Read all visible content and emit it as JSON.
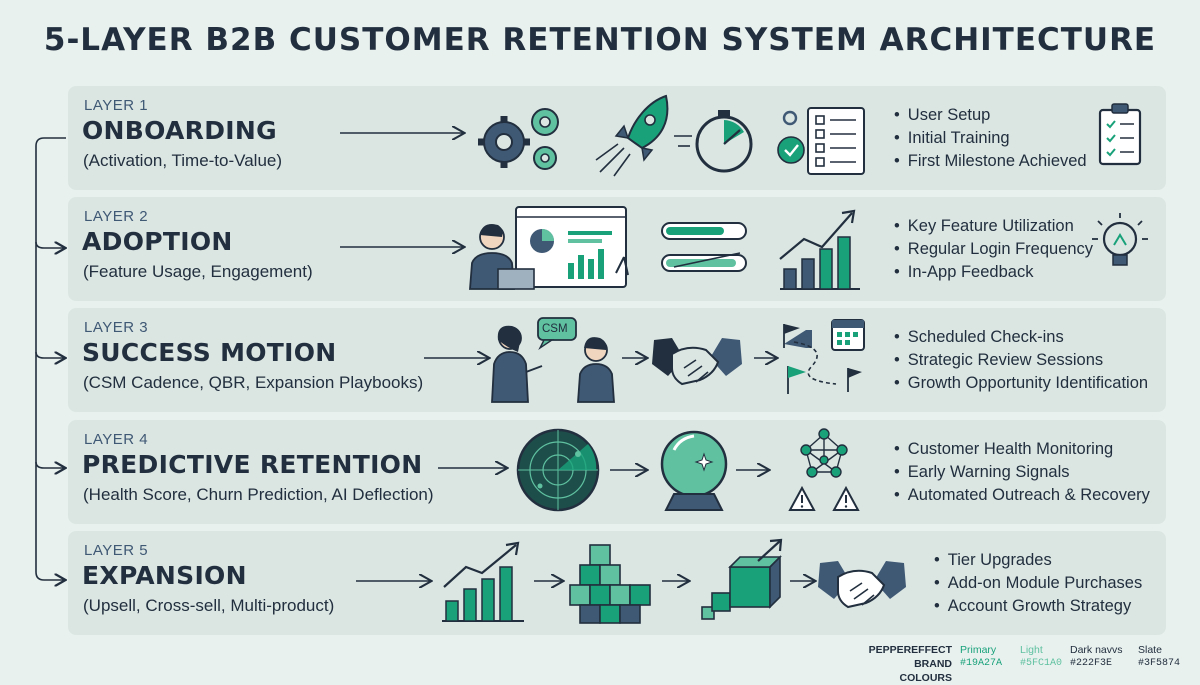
{
  "title": "5-LAYER B2B CUSTOMER RETENTION SYSTEM ARCHITECTURE",
  "colors": {
    "primary": "#19A27A",
    "light": "#5FC1A0",
    "dark_navy": "#222F3E",
    "slate": "#3F5874",
    "panel": "#dbe6e3",
    "background": "#e9f1ef"
  },
  "layers": [
    {
      "number": "LAYER 1",
      "name": "ONBOARDING",
      "subtitle": "(Activation, Time-to-Value)",
      "icons": [
        "gears-icon",
        "rocket-icon",
        "stopwatch-icon",
        "checklist-icon",
        "clipboard-icon"
      ],
      "bullets": [
        "User Setup",
        "Initial Training",
        "First Milestone Achieved"
      ]
    },
    {
      "number": "LAYER 2",
      "name": "ADOPTION",
      "subtitle": "(Feature Usage, Engagement)",
      "icons": [
        "analyst-dashboard-icon",
        "progress-bars-icon",
        "growth-chart-icon",
        "lightbulb-icon"
      ],
      "bullets": [
        "Key Feature Utilization",
        "Regular Login Frequency",
        "In-App Feedback"
      ]
    },
    {
      "number": "LAYER 3",
      "name": "SUCCESS MOTION",
      "subtitle": "(CSM Cadence, QBR, Expansion Playbooks)",
      "csm_label": "CSM",
      "icons": [
        "csm-meeting-icon",
        "handshake-icon",
        "roadmap-calendar-icon"
      ],
      "bullets": [
        "Scheduled Check-ins",
        "Strategic Review Sessions",
        "Growth Opportunity Identification"
      ]
    },
    {
      "number": "LAYER 4",
      "name": "PREDICTIVE RETENTION",
      "subtitle": "(Health Score, Churn Prediction, AI Deflection)",
      "icons": [
        "radar-icon",
        "crystal-ball-icon",
        "network-warning-icon"
      ],
      "bullets": [
        "Customer Health Monitoring",
        "Early Warning Signals",
        "Automated Outreach & Recovery"
      ]
    },
    {
      "number": "LAYER 5",
      "name": "EXPANSION",
      "subtitle": "(Upsell, Cross-sell, Multi-product)",
      "icons": [
        "growth-chart-icon",
        "cube-stack-icon",
        "scaling-cubes-icon",
        "handshake-icon"
      ],
      "bullets": [
        "Tier Upgrades",
        "Add-on Module Purchases",
        "Account Growth Strategy"
      ]
    }
  ],
  "brand": {
    "name_line1": "PEPPEREFFECT",
    "name_line2": "BRAND COLOURS",
    "swatches": [
      {
        "name": "Primary",
        "hex": "#19A27A"
      },
      {
        "name": "Light",
        "hex": "#5FC1A0"
      },
      {
        "name": "Dark navvs",
        "hex": "#222F3E"
      },
      {
        "name": "Slate",
        "hex": "#3F5874"
      }
    ]
  }
}
